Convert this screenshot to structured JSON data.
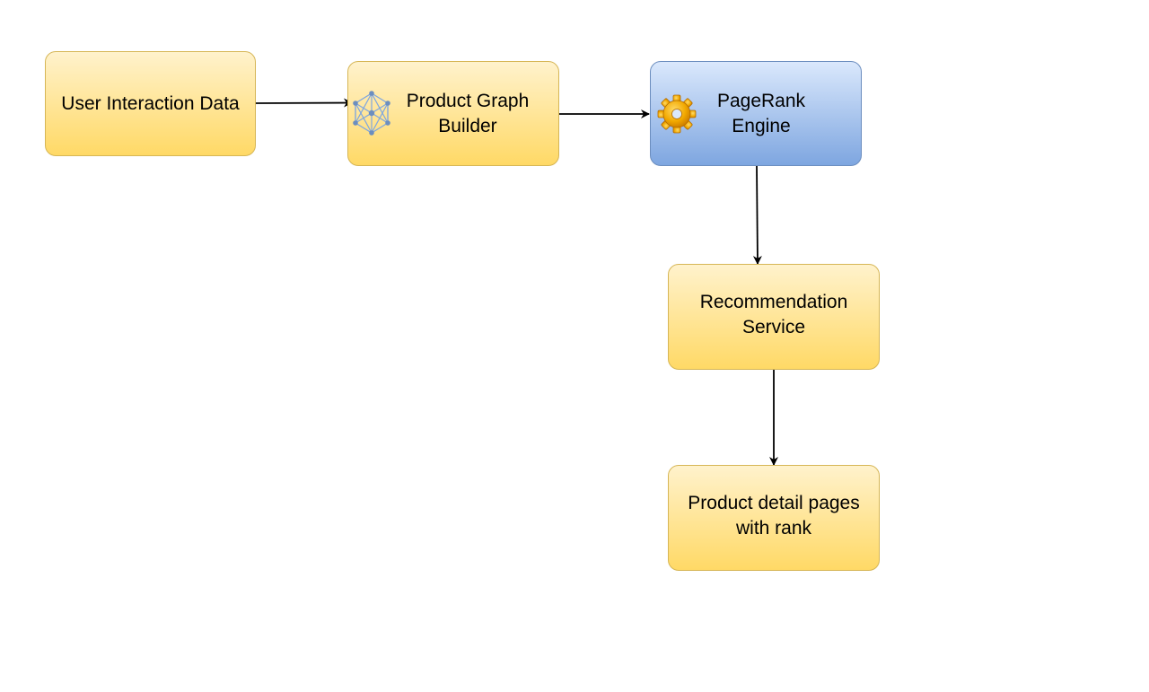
{
  "diagram": {
    "nodes": {
      "user_interaction": {
        "label": "User Interaction Data",
        "fill": "#fff2cc",
        "stroke": "#d6b656"
      },
      "graph_builder": {
        "label": "Product Graph\n Builder",
        "icon": "network-graph-icon",
        "fill": "#fff2cc",
        "stroke": "#d6b656"
      },
      "pagerank": {
        "label": "PageRank\nEngine",
        "icon": "gear-icon",
        "fill": "#dae8fc",
        "stroke": "#6c8ebf"
      },
      "recommendation": {
        "label": "Recommendation\nService",
        "fill": "#fff2cc",
        "stroke": "#d6b656"
      },
      "detail_pages": {
        "label": "Product detail pages\nwith rank",
        "fill": "#fff2cc",
        "stroke": "#d6b656"
      }
    },
    "edges": [
      {
        "from": "User Interaction Data",
        "to": "Product Graph Builder"
      },
      {
        "from": "Product Graph Builder",
        "to": "PageRank Engine"
      },
      {
        "from": "PageRank Engine",
        "to": "Recommendation Service"
      },
      {
        "from": "Recommendation Service",
        "to": "Product detail pages with rank"
      }
    ],
    "edge_color": "#000000"
  }
}
